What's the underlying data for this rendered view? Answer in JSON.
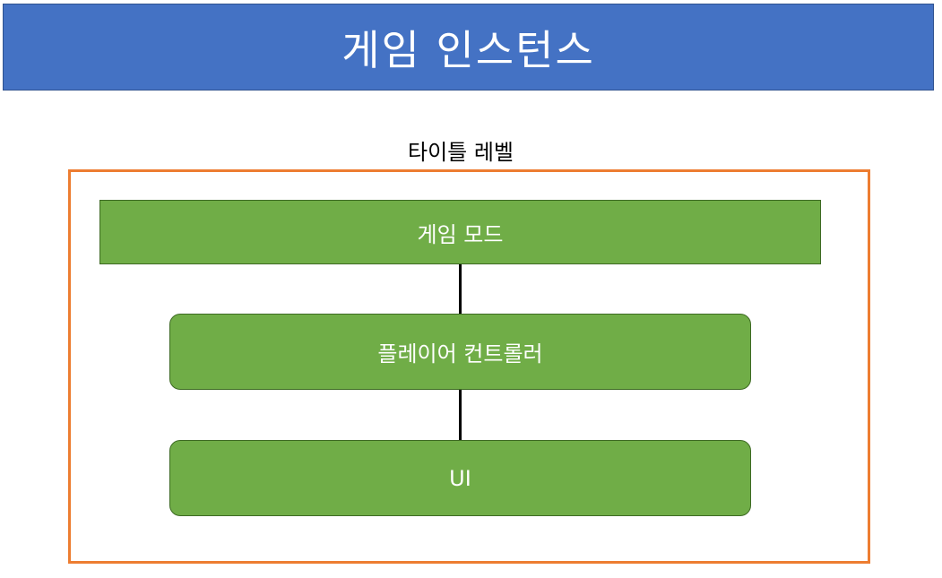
{
  "title": "게임 인스턴스",
  "level_label": "타이틀 레벨",
  "nodes": {
    "game_mode": "게임 모드",
    "player_controller": "플레이어 컨트롤러",
    "ui": "UI"
  },
  "colors": {
    "title_fill": "#4472c4",
    "level_border": "#ed7d31",
    "node_fill": "#70ad47",
    "connector": "#000000"
  }
}
